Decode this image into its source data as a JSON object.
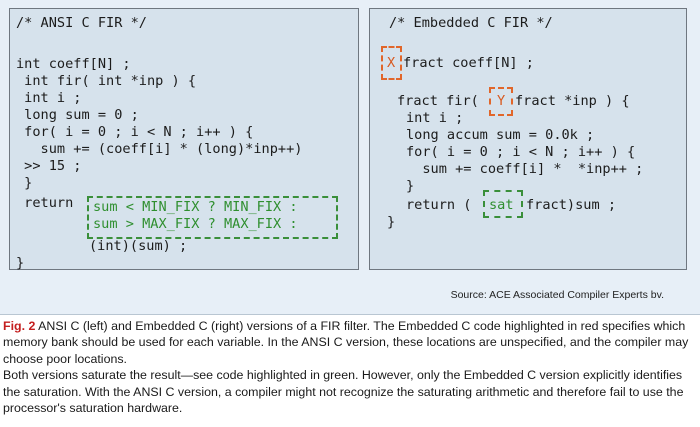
{
  "left_panel": {
    "title": "/* ANSI C FIR */",
    "lines": [
      "int coeff[N] ;",
      " int fir( int *inp ) {",
      " int i ;",
      " long sum = 0 ;",
      " for( i = 0 ; i < N ; i++ ) {",
      "   sum += (coeff[i] * (long)*inp++)",
      " >> 15 ;",
      " }",
      " return"
    ],
    "green_line1": "sum < MIN_FIX ? MIN_FIX :",
    "green_line2": "sum > MAX_FIX ? MAX_FIX :",
    "after_green": "(int)(sum) ;",
    "closing": "}"
  },
  "right_panel": {
    "title": "/* Embedded C FIR */",
    "x_mark": "X",
    "line1_rest": "fract coeff[N] ;",
    "fir_prefix": "fract fir(",
    "y_mark": "Y",
    "fir_suffix": "fract *inp ) {",
    "lines": [
      "int i ;",
      "long accum sum = 0.0k ;",
      "for( i = 0 ; i < N ; i++ ) {",
      "  sum += coeff[i] *  *inp++ ;",
      "}"
    ],
    "return_prefix": "return (",
    "sat": "sat",
    "return_suffix": "fract)sum ;",
    "closing": "}"
  },
  "source": "Source:  ACE Associated Compiler Experts bv.",
  "caption": {
    "label": "Fig. 2",
    "text1": " ANSI C (left) and Embedded C (right) versions of a FIR filter. The Embedded C code highlighted in red specifies which memory bank should be used for each variable. In the ANSI C version, these locations are unspecified, and the compiler may choose poor locations.",
    "text2": "Both versions saturate the result—see code highlighted in green. However, only the Embedded C version explicitly identifies the saturation.  With the ANSI C version, a compiler might not recognize the saturating arithmetic and therefore fail to use the processor's saturation hardware."
  },
  "colors": {
    "red": "#d85a21",
    "green": "#2f8f2f",
    "panel": "#d6e2ec"
  }
}
